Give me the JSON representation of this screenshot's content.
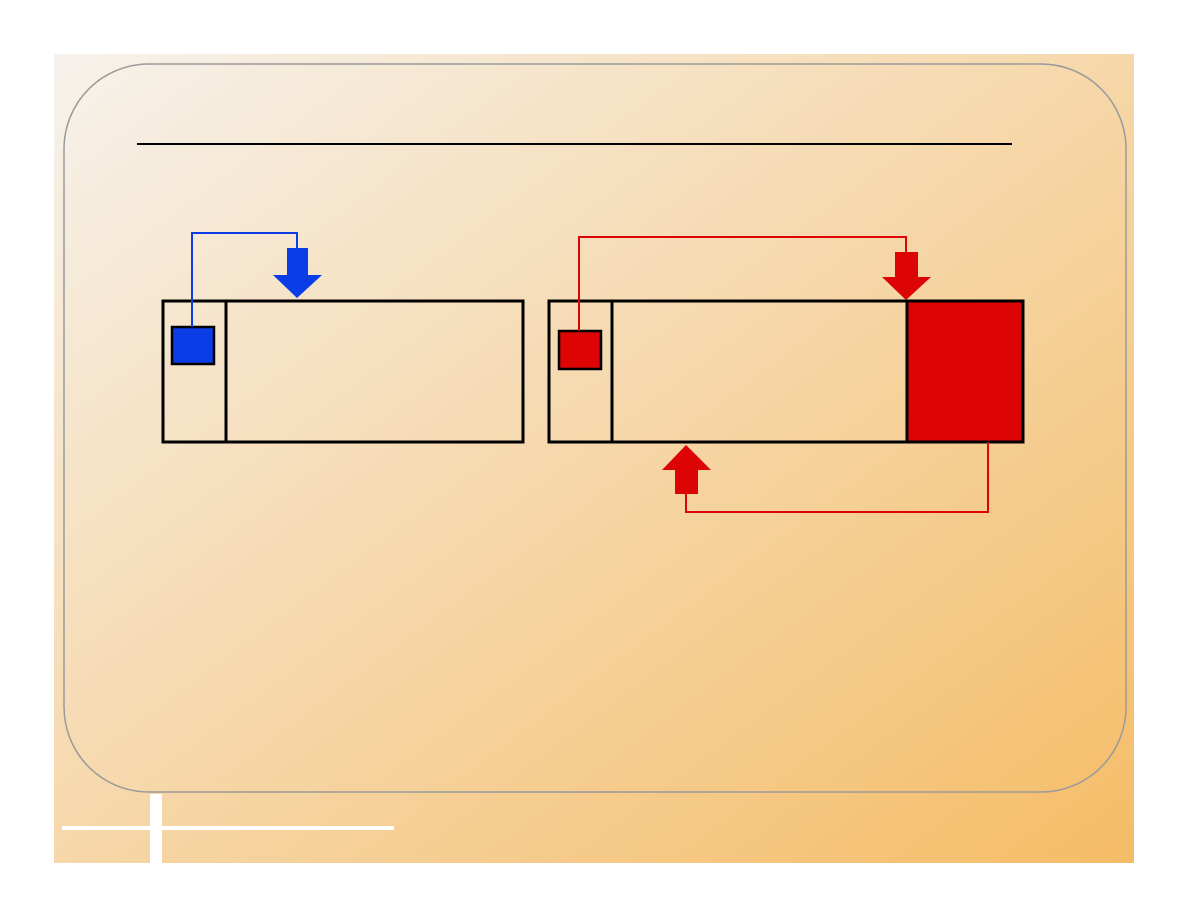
{
  "colors": {
    "background_light": "#f6f2ec",
    "background_dark": "#f5bc66",
    "frame_stroke": "#9a9a9a",
    "outline": "#000000",
    "blue": "#0a3de6",
    "red": "#dc0404",
    "decor_line": "#ffffff"
  },
  "diagram": {
    "left_block": {
      "sections": 2,
      "marker_color": "blue",
      "connector": "from-marker-to-down-arrow"
    },
    "right_block": {
      "sections": 3,
      "marker_color": "red",
      "filled_section_color": "red",
      "connectors": [
        "from-marker-to-down-arrow",
        "from-filled-section-to-up-arrow"
      ]
    }
  }
}
